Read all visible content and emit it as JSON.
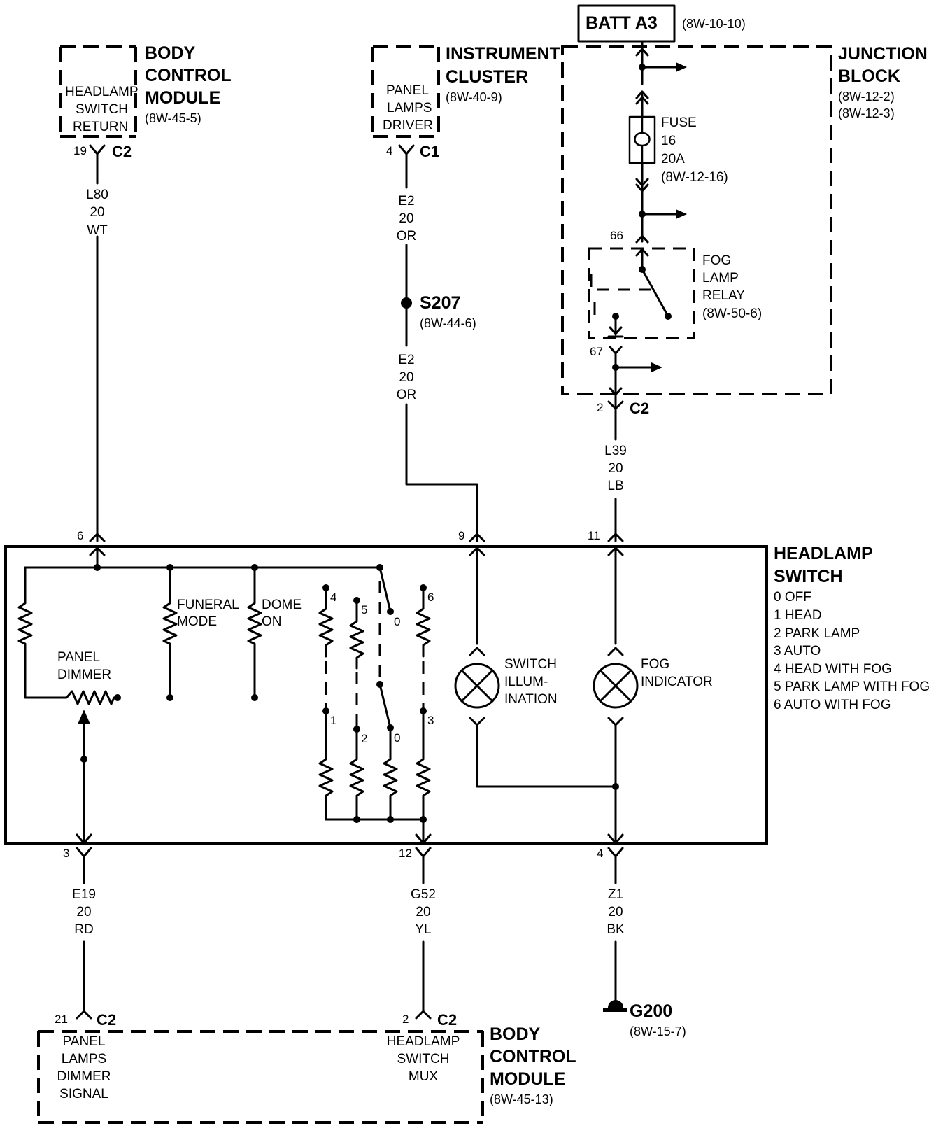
{
  "batt": {
    "label": "BATT A3",
    "ref": "(8W-10-10)"
  },
  "bcm_top": {
    "title1": "BODY",
    "title2": "CONTROL",
    "title3": "MODULE",
    "ref": "(8W-45-5)",
    "inner1": "HEADLAMP",
    "inner2": "SWITCH",
    "inner3": "RETURN",
    "pin": "19",
    "conn": "C2"
  },
  "cluster": {
    "title1": "INSTRUMENT",
    "title2": "CLUSTER",
    "ref": "(8W-40-9)",
    "inner1": "PANEL",
    "inner2": "LAMPS",
    "inner3": "DRIVER",
    "pin": "4",
    "conn": "C1"
  },
  "junction": {
    "title1": "JUNCTION",
    "title2": "BLOCK",
    "ref1": "(8W-12-2)",
    "ref2": "(8W-12-3)",
    "fuse1": "FUSE",
    "fuse2": "16",
    "fuse3": "20A",
    "fuse_ref": "(8W-12-16)",
    "pin66": "66",
    "pin67": "67",
    "relay1": "FOG",
    "relay2": "LAMP",
    "relay3": "RELAY",
    "relay_ref": "(8W-50-6)",
    "pin": "2",
    "conn": "C2"
  },
  "wires": {
    "l80": {
      "c": "L80",
      "g": "20",
      "col": "WT"
    },
    "e2a": {
      "c": "E2",
      "g": "20",
      "col": "OR"
    },
    "e2b": {
      "c": "E2",
      "g": "20",
      "col": "OR"
    },
    "l39": {
      "c": "L39",
      "g": "20",
      "col": "LB"
    },
    "e19": {
      "c": "E19",
      "g": "20",
      "col": "RD"
    },
    "g52": {
      "c": "G52",
      "g": "20",
      "col": "YL"
    },
    "z1": {
      "c": "Z1",
      "g": "20",
      "col": "BK"
    }
  },
  "splice": {
    "label": "S207",
    "ref": "(8W-44-6)"
  },
  "headlamp_switch": {
    "title1": "HEADLAMP",
    "title2": "SWITCH",
    "positions": [
      "0 OFF",
      "1 HEAD",
      "2 PARK LAMP",
      "3 AUTO",
      "4 HEAD WITH FOG",
      "5 PARK LAMP WITH FOG",
      "6 AUTO WITH FOG"
    ],
    "pin6": "6",
    "pin9": "9",
    "pin11": "11",
    "pin3": "3",
    "pin12": "12",
    "pin4": "4",
    "funeral1": "FUNERAL",
    "funeral2": "MODE",
    "dome1": "DOME",
    "dome2": "ON",
    "dimmer1": "PANEL",
    "dimmer2": "DIMMER",
    "sw_illum1": "SWITCH",
    "sw_illum2": "ILLUM-",
    "sw_illum3": "INATION",
    "fog_ind1": "FOG",
    "fog_ind2": "INDICATOR",
    "c4": "4",
    "c5": "5",
    "c6": "6",
    "c0a": "0",
    "c1": "1",
    "c2": "2",
    "c0b": "0",
    "c3": "3"
  },
  "ground": {
    "label": "G200",
    "ref": "(8W-15-7)"
  },
  "bcm_bottom": {
    "title1": "BODY",
    "title2": "CONTROL",
    "title3": "MODULE",
    "ref": "(8W-45-13)",
    "left1": "PANEL",
    "left2": "LAMPS",
    "left3": "DIMMER",
    "left4": "SIGNAL",
    "right1": "HEADLAMP",
    "right2": "SWITCH",
    "right3": "MUX",
    "pin21": "21",
    "conn21": "C2",
    "pin2": "2",
    "conn2": "C2"
  }
}
